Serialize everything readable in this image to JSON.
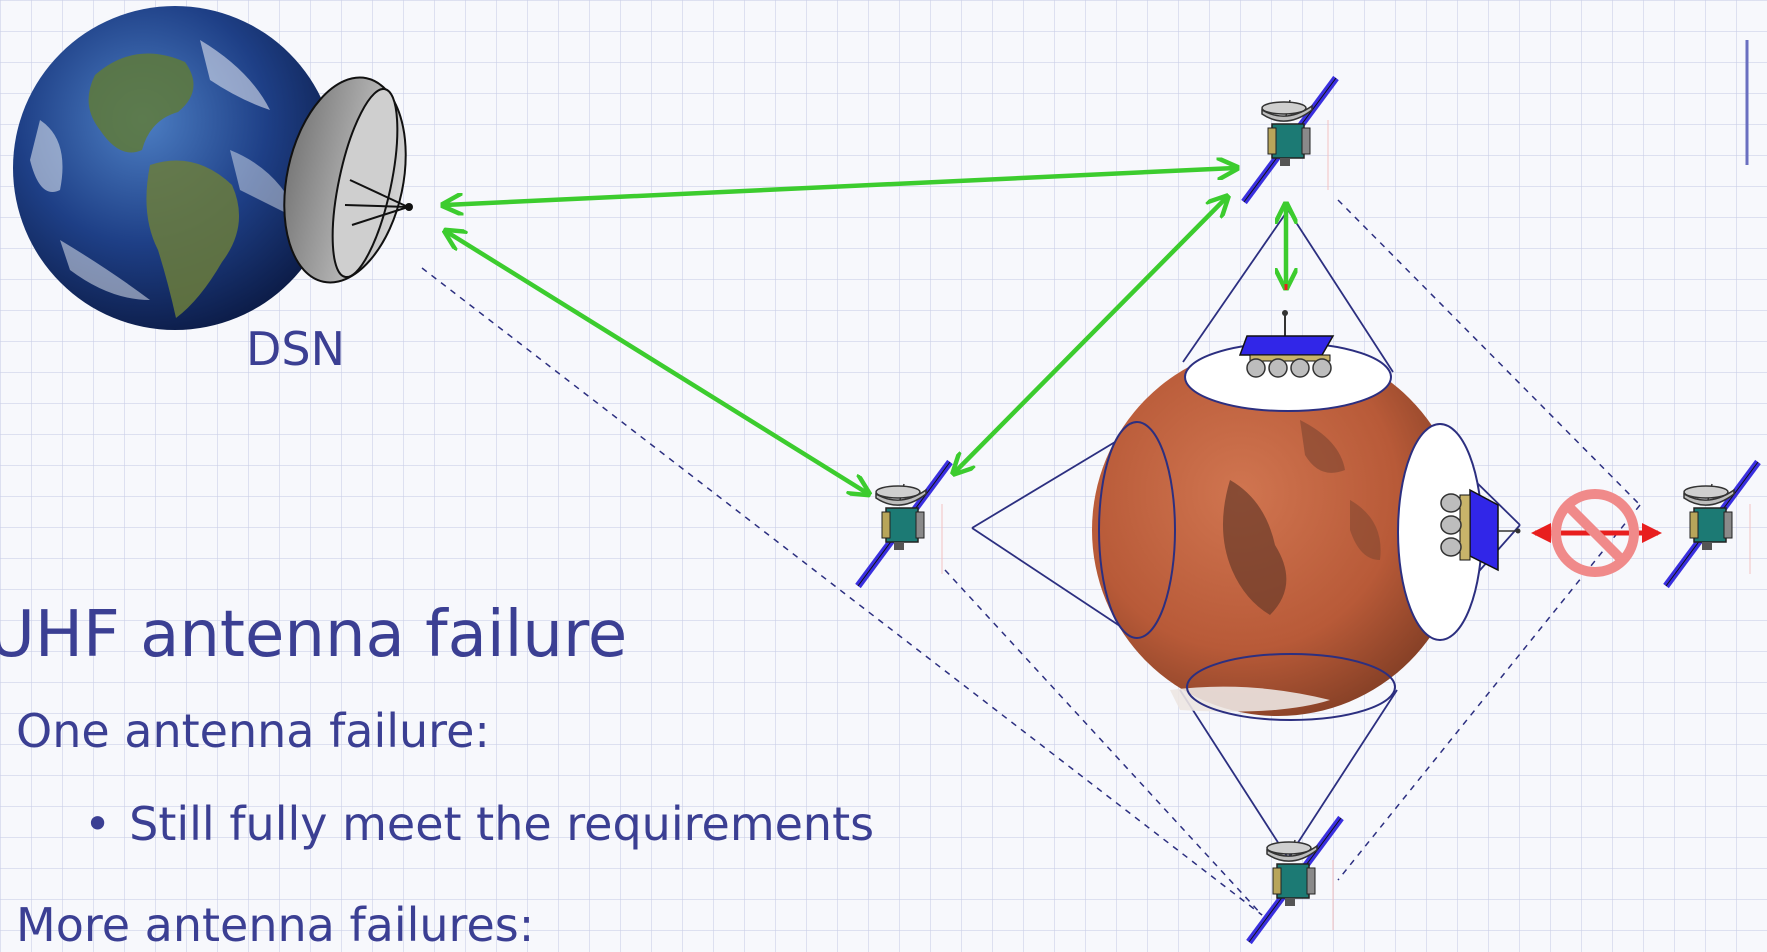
{
  "labels": {
    "station": "DSN"
  },
  "bullets": [
    {
      "level": 1,
      "text": "UHF antenna failure"
    },
    {
      "level": 2,
      "text": "One antenna failure:"
    },
    {
      "level": 3,
      "text": "Still fully meet the requirements"
    },
    {
      "level": 2,
      "text": "More antenna failures:"
    }
  ],
  "colors": {
    "text": "#3b3f93",
    "working_link": "#3ccc2e",
    "failed_link": "#e81e1e",
    "prohibited_sign": "#f08a8a",
    "outline": "#2c2f80"
  },
  "icons": [
    "earth-icon",
    "dish-antenna-icon",
    "mars-icon",
    "orbiter-icon",
    "rover-icon",
    "lander-icon",
    "prohibited-icon"
  ]
}
